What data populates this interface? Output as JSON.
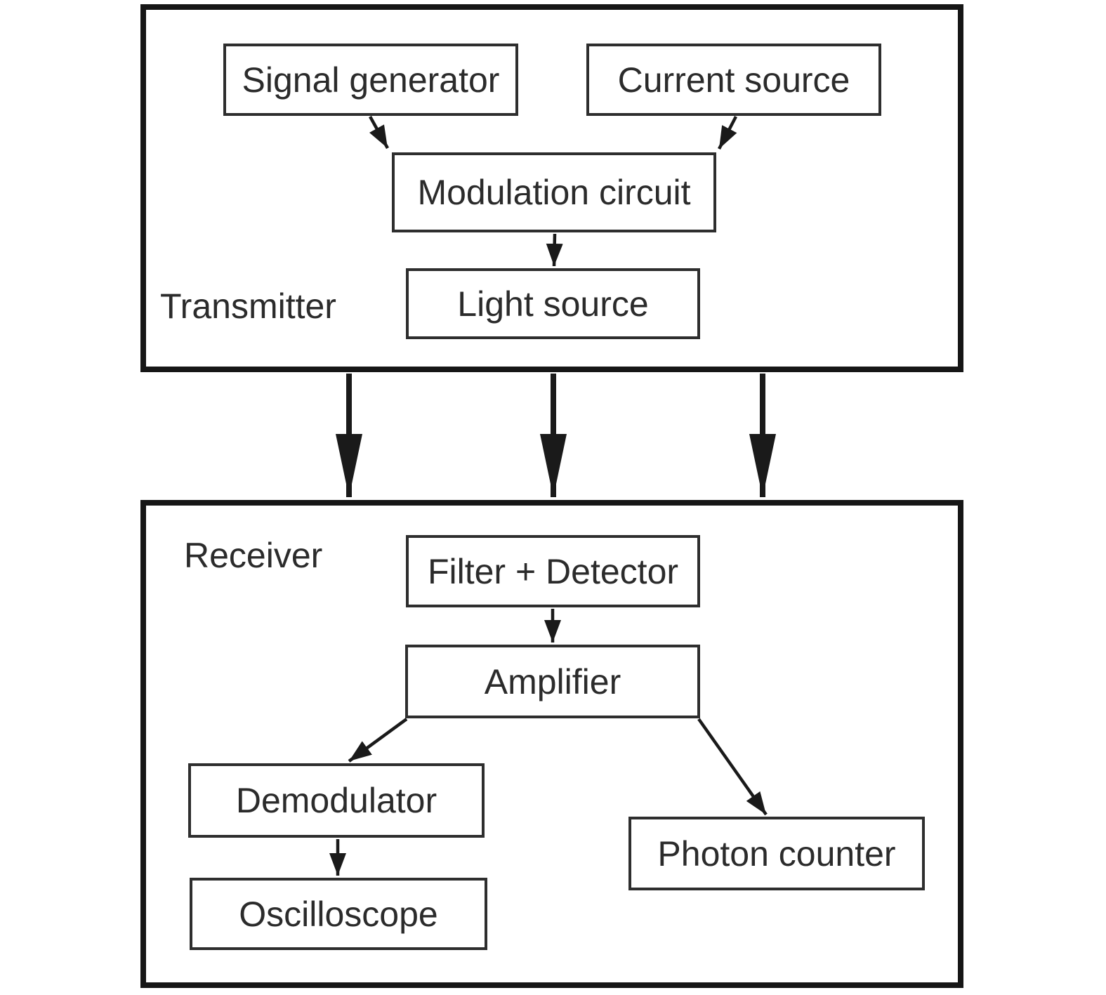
{
  "transmitter": {
    "label": "Transmitter",
    "signal_generator": "Signal generator",
    "current_source": "Current source",
    "modulation_circuit": "Modulation circuit",
    "light_source": "Light source"
  },
  "receiver": {
    "label": "Receiver",
    "filter_detector": "Filter + Detector",
    "amplifier": "Amplifier",
    "demodulator": "Demodulator",
    "oscilloscope": "Oscilloscope",
    "photon_counter": "Photon counter"
  },
  "connections": [
    {
      "from": "Signal generator",
      "to": "Modulation circuit"
    },
    {
      "from": "Current source",
      "to": "Modulation circuit"
    },
    {
      "from": "Modulation circuit",
      "to": "Light source"
    },
    {
      "from": "Transmitter",
      "to": "Receiver",
      "arrow_count": 3
    },
    {
      "from": "Filter + Detector",
      "to": "Amplifier"
    },
    {
      "from": "Amplifier",
      "to": "Demodulator"
    },
    {
      "from": "Amplifier",
      "to": "Photon counter"
    },
    {
      "from": "Demodulator",
      "to": "Oscilloscope"
    }
  ],
  "colors": {
    "background": "#ffffff",
    "line": "#1a1a1a",
    "text": "#2b2b2b"
  }
}
